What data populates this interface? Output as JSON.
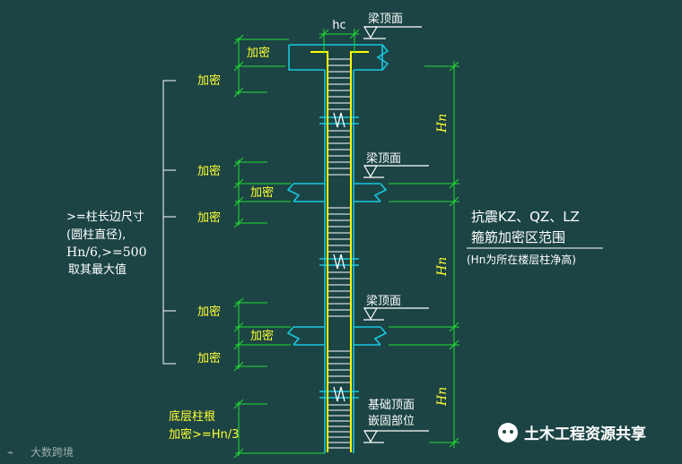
{
  "colors": {
    "background": "#1c4444",
    "structure": "#18c8e0",
    "rebar": "#ffff00",
    "dimension": "#22dd33",
    "text_yellow": "#ffff33",
    "text_white": "#ffffff"
  },
  "labels": {
    "hc": "hc",
    "beam_top": "梁顶面",
    "dense": "加密",
    "hn": "Hn",
    "rule_line1": ">=柱长边尺寸",
    "rule_line2": "(圆柱直径),",
    "rule_line3": "Hn/6,>=500",
    "rule_line4": "取其最大值",
    "bottom_line1": "底层柱根",
    "bottom_line2": "加密>=Hn/3",
    "foundation_line1": "基础顶面",
    "foundation_line2": "嵌固部位"
  },
  "title": {
    "line1": "抗震KZ、QZ、LZ",
    "line2": "箍筋加密区范围",
    "note": "(Hn为所在楼层柱净高)"
  },
  "watermark": {
    "left": "大数跨境",
    "right": "土木工程资源共享"
  }
}
